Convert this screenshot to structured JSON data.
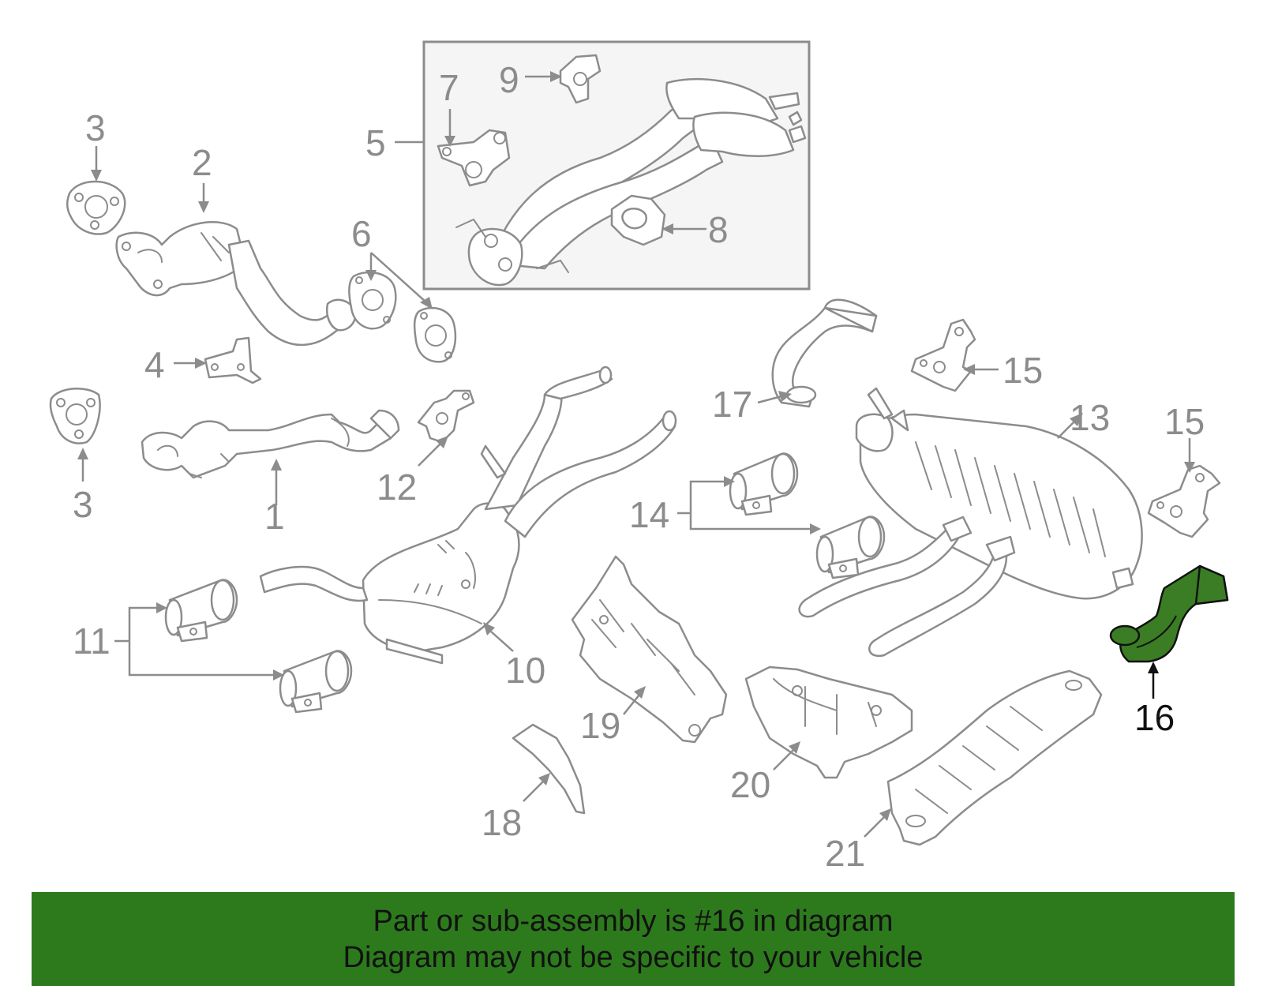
{
  "callouts": [
    {
      "id": "1",
      "label": "1"
    },
    {
      "id": "2",
      "label": "2"
    },
    {
      "id": "3a",
      "label": "3"
    },
    {
      "id": "3b",
      "label": "3"
    },
    {
      "id": "4",
      "label": "4"
    },
    {
      "id": "5",
      "label": "5"
    },
    {
      "id": "6",
      "label": "6"
    },
    {
      "id": "7",
      "label": "7"
    },
    {
      "id": "8",
      "label": "8"
    },
    {
      "id": "9",
      "label": "9"
    },
    {
      "id": "10",
      "label": "10"
    },
    {
      "id": "11",
      "label": "11"
    },
    {
      "id": "12",
      "label": "12"
    },
    {
      "id": "13",
      "label": "13"
    },
    {
      "id": "14",
      "label": "14"
    },
    {
      "id": "15a",
      "label": "15"
    },
    {
      "id": "15b",
      "label": "15"
    },
    {
      "id": "16",
      "label": "16"
    },
    {
      "id": "17",
      "label": "17"
    },
    {
      "id": "18",
      "label": "18"
    },
    {
      "id": "19",
      "label": "19"
    },
    {
      "id": "20",
      "label": "20"
    },
    {
      "id": "21",
      "label": "21"
    }
  ],
  "highlighted_part": "16",
  "colors": {
    "highlight_fill": "#3a7d24",
    "banner_background": "#2d7a1d",
    "part_outline": "#8c8c8c",
    "highlight_outline": "#111111"
  },
  "banner": {
    "line1": "Part or sub-assembly is #16 in diagram",
    "line2": "Diagram may not be specific to your vehicle"
  }
}
